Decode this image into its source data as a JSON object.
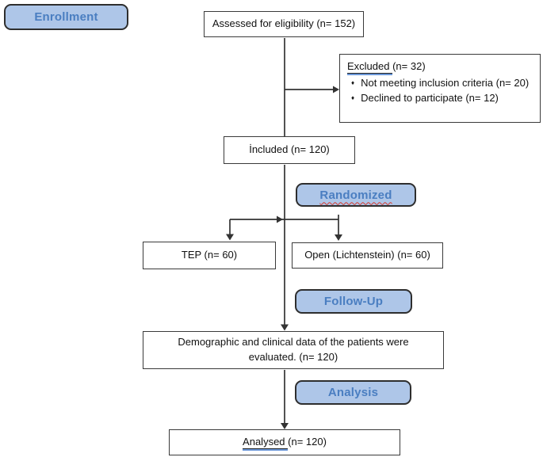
{
  "diagram": {
    "badges": {
      "enrollment": "Enrollment",
      "randomized": "Randomized",
      "follow_up": "Follow-Up",
      "analysis": "Analysis"
    },
    "boxes": {
      "assessed": "Assessed for eligibility (n= 152)",
      "excluded": {
        "underlined": "Excluded ",
        "rest": "(n= 32)",
        "items": [
          "Not meeting inclusion criteria (n= 20)",
          "Declined to participate (n= 12)"
        ]
      },
      "included": "İncluded (n= 120)",
      "tep": "TEP (n= 60)",
      "open": "Open (Lichtenstein) (n= 60)",
      "demographic": {
        "line1": "Demographic and clinical data of the patients were",
        "line2": "evaluated. (n= 120)"
      },
      "analysed": {
        "underlined": "Analysed ",
        "rest": "(n= 120)"
      }
    },
    "icons": {
      "bullet_diamond": "♦"
    },
    "colors": {
      "badge_fill": "#aec6e8",
      "badge_text": "#4a7ec1",
      "badge_border": "#2e2e2e",
      "box_border": "#3a3a3a",
      "line": "#333333",
      "spellcheck_red": "#d5392c",
      "grammar_blue": "#6a96d8"
    }
  }
}
